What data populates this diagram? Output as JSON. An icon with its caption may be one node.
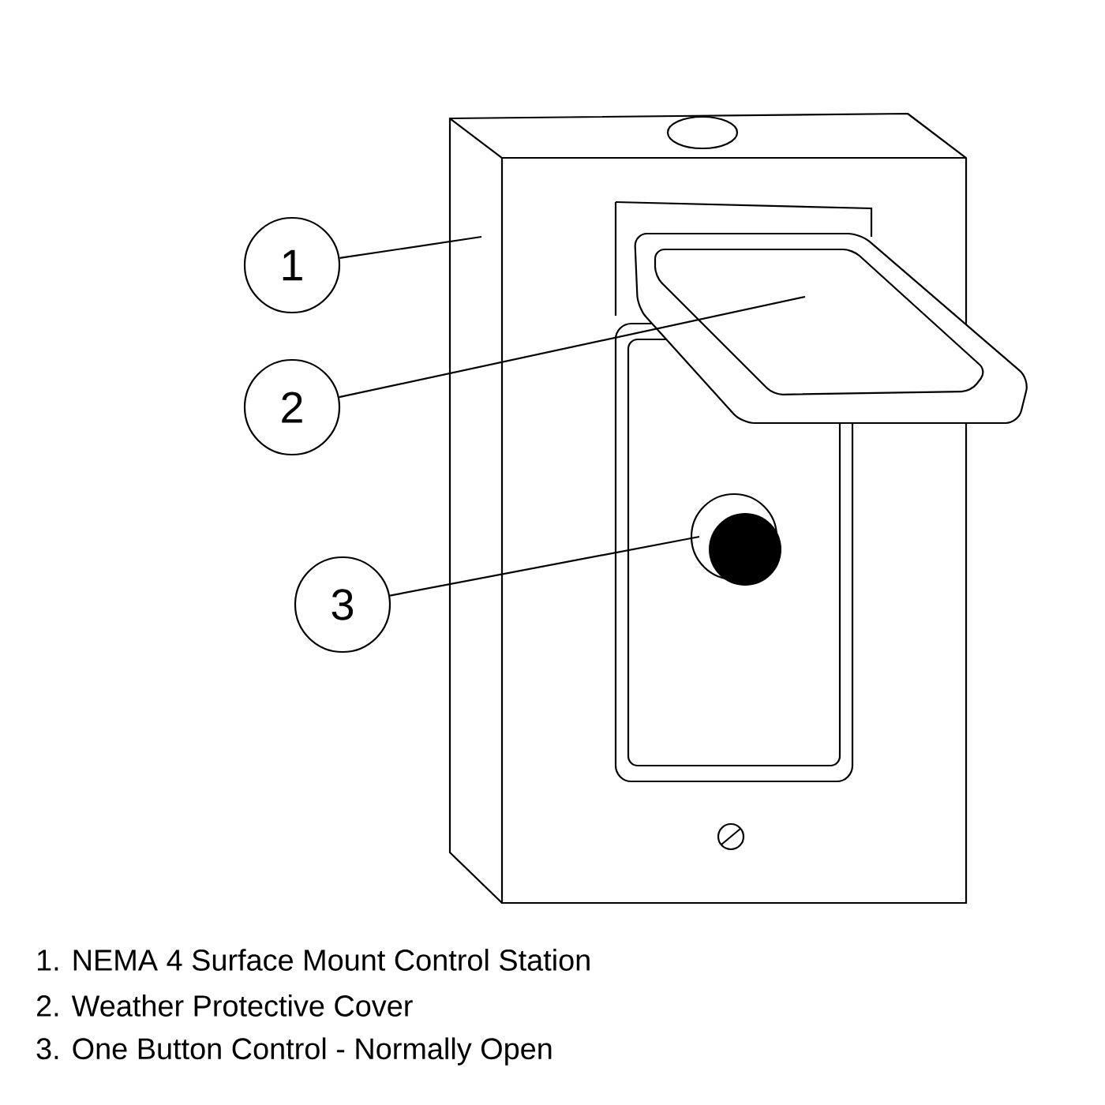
{
  "diagram": {
    "nodes": [
      {
        "text": [
          "1"
        ]
      },
      {
        "text": [
          "2"
        ]
      },
      {
        "text": [
          "3"
        ]
      }
    ],
    "edges": [
      {
        "from": 0,
        "to": null,
        "arrow": "none"
      },
      {
        "from": 1,
        "to": null,
        "arrow": "none"
      },
      {
        "from": 2,
        "to": null,
        "arrow": "none"
      }
    ],
    "labels": [
      "1. NEMA 4 Surface Mount Control Station",
      "2. Weather Protective Cover",
      "3. One Button Control - Normally Open"
    ]
  }
}
